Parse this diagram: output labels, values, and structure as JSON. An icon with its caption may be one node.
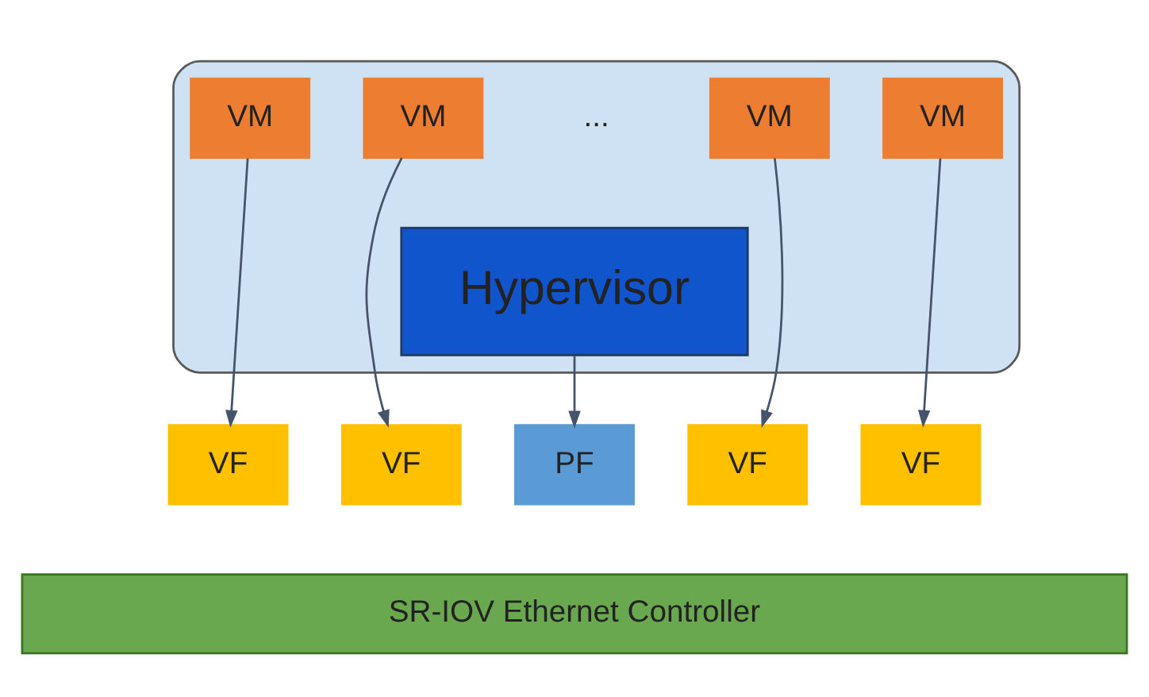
{
  "diagram": {
    "nodes": [
      {
        "text": [],
        "shape": "box"
      },
      {
        "text": [
          "VM"
        ],
        "in": 0
      },
      {
        "text": [
          "VM"
        ],
        "in": 0
      },
      {
        "text": [
          "VM"
        ],
        "in": 0
      },
      {
        "text": [
          "VM"
        ],
        "in": 0
      },
      {
        "text": [
          "Hypervisor"
        ],
        "in": 0
      },
      {
        "text": [
          "VF"
        ]
      },
      {
        "text": [
          "VF"
        ]
      },
      {
        "text": [
          "PF"
        ]
      },
      {
        "text": [
          "VF"
        ]
      },
      {
        "text": [
          "VF"
        ]
      },
      {
        "text": [
          "SR-IOV Ethernet Controller"
        ]
      }
    ],
    "edges": [
      {
        "from": 1,
        "to": 6,
        "arrow": "to"
      },
      {
        "from": 2,
        "to": 7,
        "arrow": "to"
      },
      {
        "from": 5,
        "to": 8,
        "arrow": "to"
      },
      {
        "from": 3,
        "to": 9,
        "arrow": "to"
      },
      {
        "from": 4,
        "to": 10,
        "arrow": "to"
      }
    ],
    "labels": [
      "..."
    ]
  }
}
